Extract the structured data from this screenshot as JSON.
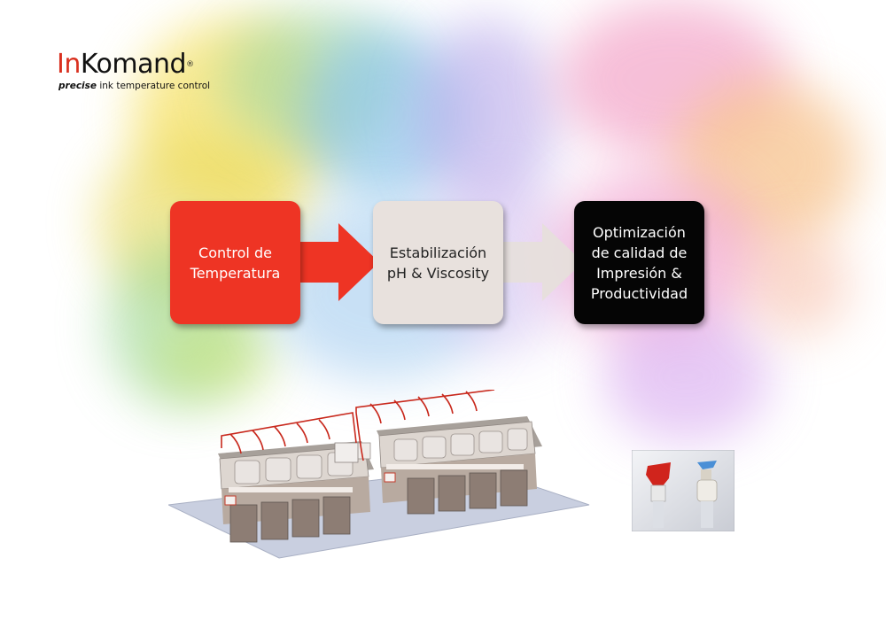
{
  "logo": {
    "brand": "InKomand",
    "brand_part1": "In",
    "brand_part2": "Komand",
    "registered_mark": "®",
    "tagline_emphasis": "precise",
    "tagline_rest": " ink temperature control",
    "accent_color": "#d9301f"
  },
  "flow": {
    "step1": "Control de\nTemperatura",
    "step2": "Estabilización\npH & Viscosity",
    "step3": "Optimización\nde calidad de\nImpresión &\nProductividad",
    "step1_color": "#ee3424",
    "step2_color": "#e8e1dd",
    "step3_color": "#050505"
  },
  "illustrations": {
    "machines": "printing-machines-with-temperature-control-illustration",
    "valves": "red-and-blue-ink-valve-photo"
  }
}
